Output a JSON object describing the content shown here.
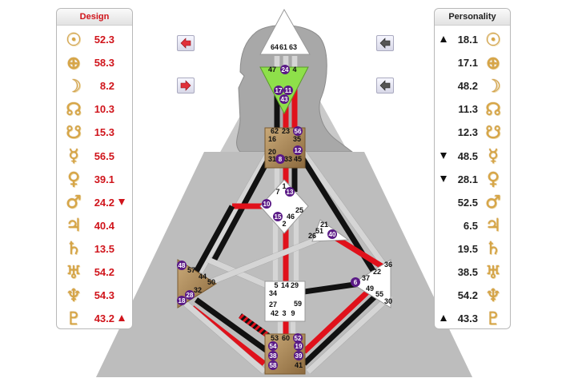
{
  "design": {
    "title": "Design",
    "planets": [
      {
        "icon": "sun-icon",
        "glyph": "☉",
        "value": "52.3",
        "arrow": ""
      },
      {
        "icon": "earth-icon",
        "glyph": "⊕",
        "value": "58.3",
        "arrow": ""
      },
      {
        "icon": "moon-icon",
        "glyph": "☽",
        "value": "8.2",
        "arrow": ""
      },
      {
        "icon": "north-node-icon",
        "glyph": "☊",
        "value": "10.3",
        "arrow": ""
      },
      {
        "icon": "south-node-icon",
        "glyph": "☋",
        "value": "15.3",
        "arrow": ""
      },
      {
        "icon": "mercury-icon",
        "glyph": "☿",
        "value": "56.5",
        "arrow": ""
      },
      {
        "icon": "venus-icon",
        "glyph": "♀",
        "value": "39.1",
        "arrow": ""
      },
      {
        "icon": "mars-icon",
        "glyph": "♂",
        "value": "24.2",
        "arrow": "down"
      },
      {
        "icon": "jupiter-icon",
        "glyph": "♃",
        "value": "40.4",
        "arrow": ""
      },
      {
        "icon": "saturn-icon",
        "glyph": "♄",
        "value": "13.5",
        "arrow": ""
      },
      {
        "icon": "uranus-icon",
        "glyph": "♅",
        "value": "54.2",
        "arrow": ""
      },
      {
        "icon": "neptune-icon",
        "glyph": "♆",
        "value": "54.3",
        "arrow": ""
      },
      {
        "icon": "pluto-icon",
        "glyph": "♇",
        "value": "43.2",
        "arrow": "up"
      }
    ]
  },
  "personality": {
    "title": "Personality",
    "planets": [
      {
        "icon": "sun-icon",
        "glyph": "☉",
        "value": "18.1",
        "arrow": "up"
      },
      {
        "icon": "earth-icon",
        "glyph": "⊕",
        "value": "17.1",
        "arrow": ""
      },
      {
        "icon": "moon-icon",
        "glyph": "☽",
        "value": "48.2",
        "arrow": ""
      },
      {
        "icon": "north-node-icon",
        "glyph": "☊",
        "value": "11.3",
        "arrow": ""
      },
      {
        "icon": "south-node-icon",
        "glyph": "☋",
        "value": "12.3",
        "arrow": ""
      },
      {
        "icon": "mercury-icon",
        "glyph": "☿",
        "value": "48.5",
        "arrow": "down"
      },
      {
        "icon": "venus-icon",
        "glyph": "♀",
        "value": "28.1",
        "arrow": "down"
      },
      {
        "icon": "mars-icon",
        "glyph": "♂",
        "value": "52.5",
        "arrow": ""
      },
      {
        "icon": "jupiter-icon",
        "glyph": "♃",
        "value": "6.5",
        "arrow": ""
      },
      {
        "icon": "saturn-icon",
        "glyph": "♄",
        "value": "19.5",
        "arrow": ""
      },
      {
        "icon": "uranus-icon",
        "glyph": "♅",
        "value": "38.5",
        "arrow": ""
      },
      {
        "icon": "neptune-icon",
        "glyph": "♆",
        "value": "54.2",
        "arrow": ""
      },
      {
        "icon": "pluto-icon",
        "glyph": "♇",
        "value": "43.3",
        "arrow": "up"
      }
    ]
  },
  "nav_buttons": [
    {
      "name": "design-top-arrow-button",
      "icon": "arrow-left-icon",
      "color": "#e0303a"
    },
    {
      "name": "design-bottom-arrow-button",
      "icon": "arrow-right-icon",
      "color": "#e0303a"
    },
    {
      "name": "personality-top-arrow-button",
      "icon": "arrow-left-icon",
      "color": "#555555"
    },
    {
      "name": "personality-bottom-arrow-button",
      "icon": "arrow-left-icon",
      "color": "#555555"
    }
  ],
  "colors": {
    "design": "#d0141b",
    "personality": "#111111",
    "defined_center": "#b08a52",
    "ajna": "#8ee04a",
    "badge": "#5a1a86"
  },
  "gates": [
    {
      "id": "64",
      "hl": false
    },
    {
      "id": "61",
      "hl": false
    },
    {
      "id": "63",
      "hl": false
    },
    {
      "id": "47",
      "hl": false
    },
    {
      "id": "24",
      "hl": true
    },
    {
      "id": "4",
      "hl": false
    },
    {
      "id": "17",
      "hl": true
    },
    {
      "id": "11",
      "hl": true
    },
    {
      "id": "43",
      "hl": true
    },
    {
      "id": "62",
      "hl": false
    },
    {
      "id": "23",
      "hl": false
    },
    {
      "id": "56",
      "hl": true
    },
    {
      "id": "16",
      "hl": false
    },
    {
      "id": "35",
      "hl": false
    },
    {
      "id": "20",
      "hl": false
    },
    {
      "id": "12",
      "hl": true
    },
    {
      "id": "31",
      "hl": false
    },
    {
      "id": "8",
      "hl": true
    },
    {
      "id": "33",
      "hl": false
    },
    {
      "id": "45",
      "hl": false
    },
    {
      "id": "1",
      "hl": false
    },
    {
      "id": "7",
      "hl": false
    },
    {
      "id": "13",
      "hl": true
    },
    {
      "id": "10",
      "hl": true
    },
    {
      "id": "25",
      "hl": false
    },
    {
      "id": "15",
      "hl": true
    },
    {
      "id": "46",
      "hl": false
    },
    {
      "id": "2",
      "hl": false
    },
    {
      "id": "21",
      "hl": false
    },
    {
      "id": "51",
      "hl": false
    },
    {
      "id": "26",
      "hl": false
    },
    {
      "id": "40",
      "hl": true
    },
    {
      "id": "48",
      "hl": true
    },
    {
      "id": "57",
      "hl": false
    },
    {
      "id": "44",
      "hl": false
    },
    {
      "id": "50",
      "hl": false
    },
    {
      "id": "32",
      "hl": false
    },
    {
      "id": "28",
      "hl": true
    },
    {
      "id": "18",
      "hl": true
    },
    {
      "id": "36",
      "hl": false
    },
    {
      "id": "22",
      "hl": false
    },
    {
      "id": "37",
      "hl": false
    },
    {
      "id": "6",
      "hl": true
    },
    {
      "id": "49",
      "hl": false
    },
    {
      "id": "55",
      "hl": false
    },
    {
      "id": "30",
      "hl": false
    },
    {
      "id": "5",
      "hl": false
    },
    {
      "id": "14",
      "hl": false
    },
    {
      "id": "29",
      "hl": false
    },
    {
      "id": "34",
      "hl": false
    },
    {
      "id": "27",
      "hl": false
    },
    {
      "id": "59",
      "hl": false
    },
    {
      "id": "42",
      "hl": false
    },
    {
      "id": "3",
      "hl": false
    },
    {
      "id": "9",
      "hl": false
    },
    {
      "id": "53",
      "hl": false
    },
    {
      "id": "60",
      "hl": false
    },
    {
      "id": "52",
      "hl": true
    },
    {
      "id": "54",
      "hl": true
    },
    {
      "id": "19",
      "hl": true
    },
    {
      "id": "38",
      "hl": true
    },
    {
      "id": "39",
      "hl": true
    },
    {
      "id": "58",
      "hl": true
    },
    {
      "id": "41",
      "hl": false
    }
  ]
}
